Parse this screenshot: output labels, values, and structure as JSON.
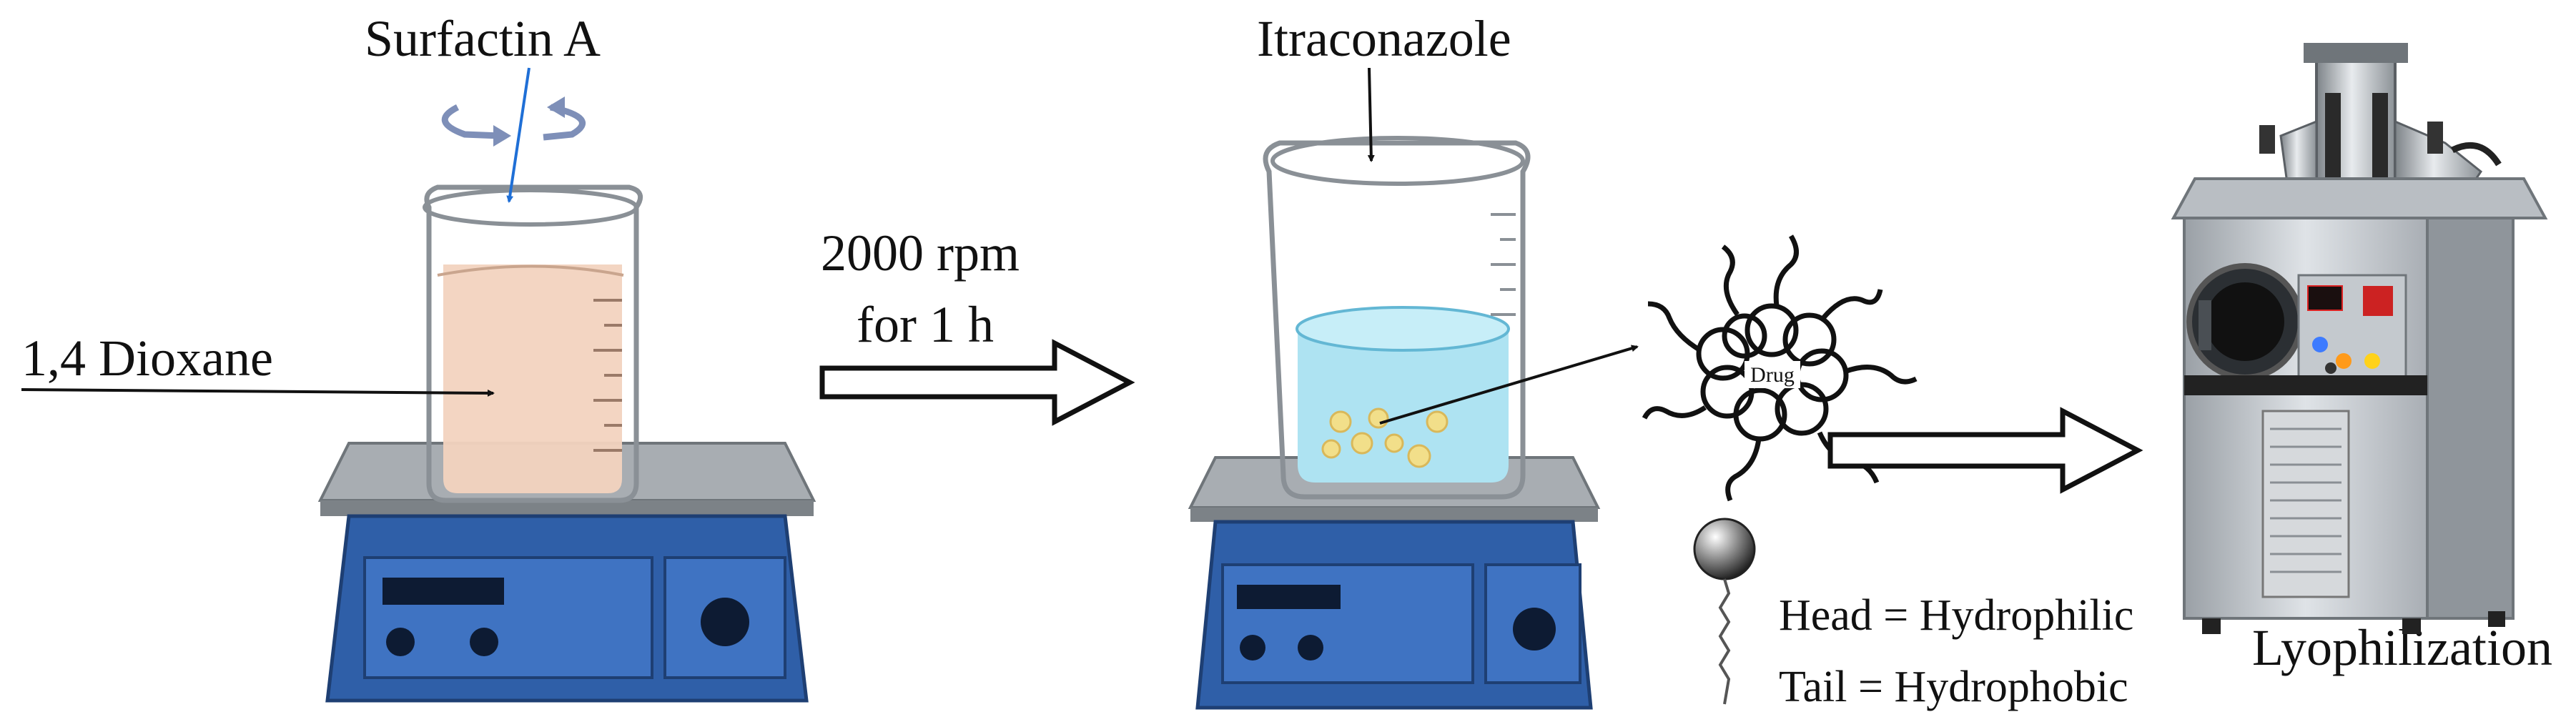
{
  "labels": {
    "surfactant": "Surfactin A",
    "solvent": "1,4 Dioxane",
    "speed": "2000 rpm",
    "duration": "for 1 h",
    "drug": "Itraconazole",
    "micelle_core": "Drug",
    "head": "Head = Hydrophilic",
    "tail": "Tail = Hydrophobic",
    "final_step": "Lyophilization"
  },
  "colors": {
    "stirrer_body": "#2f5fa8",
    "stirrer_plate": "#a8adb2",
    "solvent_fill": "#f2d3bf",
    "water_fill": "#aee3f2",
    "arrow_blue": "#1f6fd6",
    "particle": "#f2df8a",
    "machine_panel": "#c8cdd2"
  }
}
